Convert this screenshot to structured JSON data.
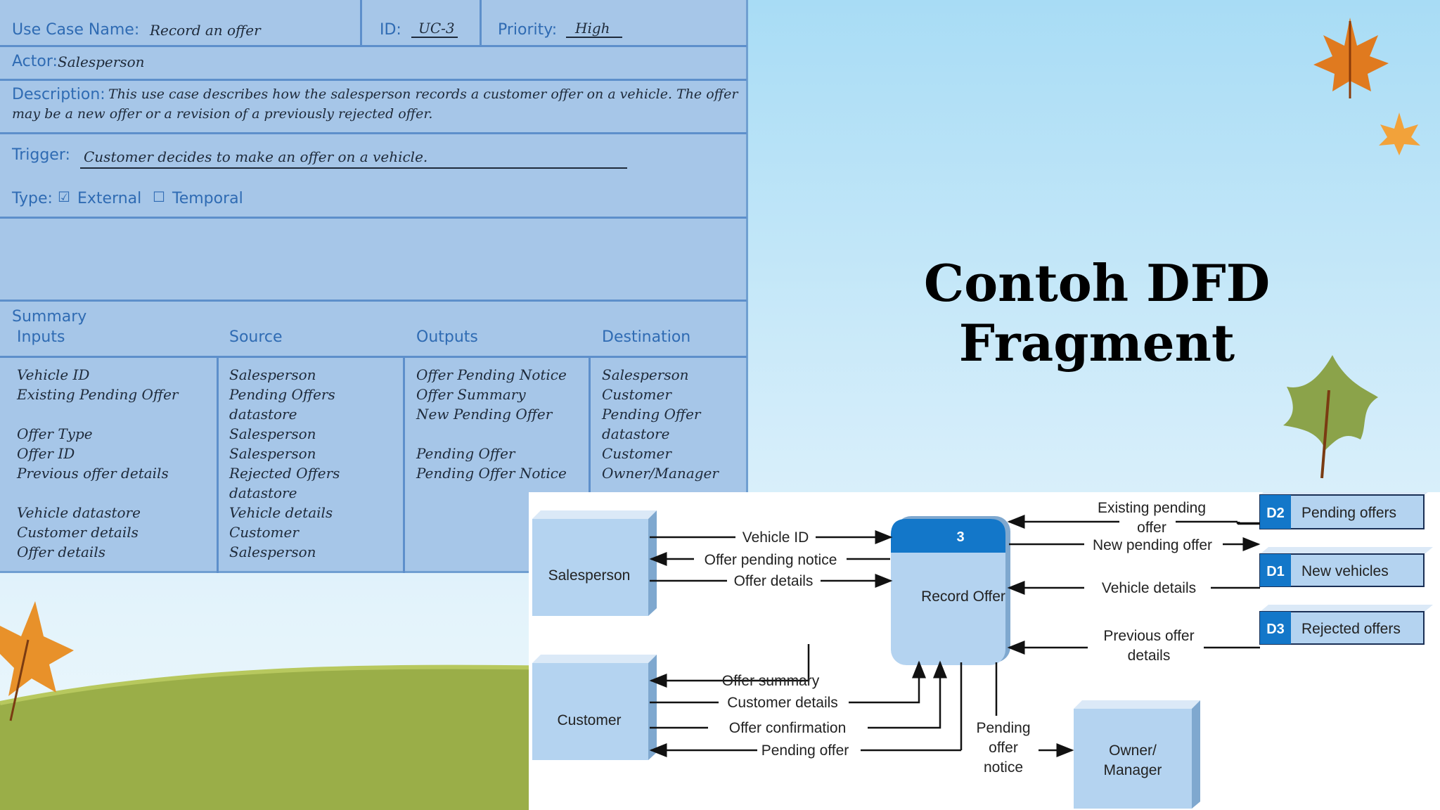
{
  "use_case": {
    "name_label": "Use Case Name:",
    "name_value": "Record an offer",
    "id_label": "ID:",
    "id_value": "UC-3",
    "priority_label": "Priority:",
    "priority_value": "High",
    "actor_label": "Actor:",
    "actor_value": "Salesperson",
    "description_label": "Description:",
    "description_line1": "This use case describes how the salesperson records a customer offer on a vehicle. The offer",
    "description_line2": "may be a new offer or a revision of a previously rejected offer.",
    "trigger_label": "Trigger:",
    "trigger_value": "Customer decides to make an offer on a vehicle.",
    "type_label": "Type:",
    "type_external": "External",
    "type_temporal": "Temporal",
    "type_external_checked": true,
    "summary_label": "Summary",
    "inputs_label": "Inputs",
    "source_label": "Source",
    "outputs_label": "Outputs",
    "destination_label": "Destination",
    "inputs": [
      "Vehicle ID",
      "Existing Pending Offer",
      "",
      "Offer Type",
      "Offer ID",
      "Previous offer details",
      "",
      "Vehicle datastore",
      "Customer details",
      "Offer details"
    ],
    "sources": [
      "Salesperson",
      "Pending Offers",
      "datastore",
      "Salesperson",
      "Salesperson",
      "Rejected Offers",
      "datastore",
      "Vehicle details",
      "Customer",
      "Salesperson"
    ],
    "outputs": [
      "Offer Pending Notice",
      "Offer Summary",
      "New Pending Offer",
      "",
      "Pending Offer",
      "Pending Offer Notice"
    ],
    "destinations": [
      "Salesperson",
      "Customer",
      "Pending Offer",
      "datastore",
      "Customer",
      "Owner/Manager"
    ]
  },
  "title": "Contoh DFD Fragment",
  "dfd": {
    "entities": {
      "salesperson": "Salesperson",
      "customer": "Customer",
      "owner_line1": "Owner/",
      "owner_line2": "Manager"
    },
    "process": {
      "number": "3",
      "name": "Record Offer"
    },
    "stores": [
      {
        "id": "D2",
        "name": "Pending offers"
      },
      {
        "id": "D1",
        "name": "New vehicles"
      },
      {
        "id": "D3",
        "name": "Rejected offers"
      }
    ],
    "flows": {
      "vehicle_id": "Vehicle ID",
      "offer_pending_notice": "Offer pending notice",
      "offer_details": "Offer details",
      "existing_pending_1": "Existing pending",
      "existing_pending_2": "offer",
      "new_pending_offer": "New pending offer",
      "vehicle_details": "Vehicle details",
      "previous_offer_1": "Previous offer",
      "previous_offer_2": "details",
      "offer_summary": "Offer summary",
      "customer_details": "Customer details",
      "offer_confirmation": "Offer confirmation",
      "pending_offer": "Pending offer",
      "pending_notice_1": "Pending",
      "pending_notice_2": "offer",
      "pending_notice_3": "notice"
    }
  },
  "colors": {
    "form_bg": "#a6c6e8",
    "form_line": "#5d8fcb",
    "form_label": "#2f6bb3",
    "entity_fill": "#b4d3f0",
    "process_header": "#1377c9",
    "store_id": "#1377c9"
  }
}
